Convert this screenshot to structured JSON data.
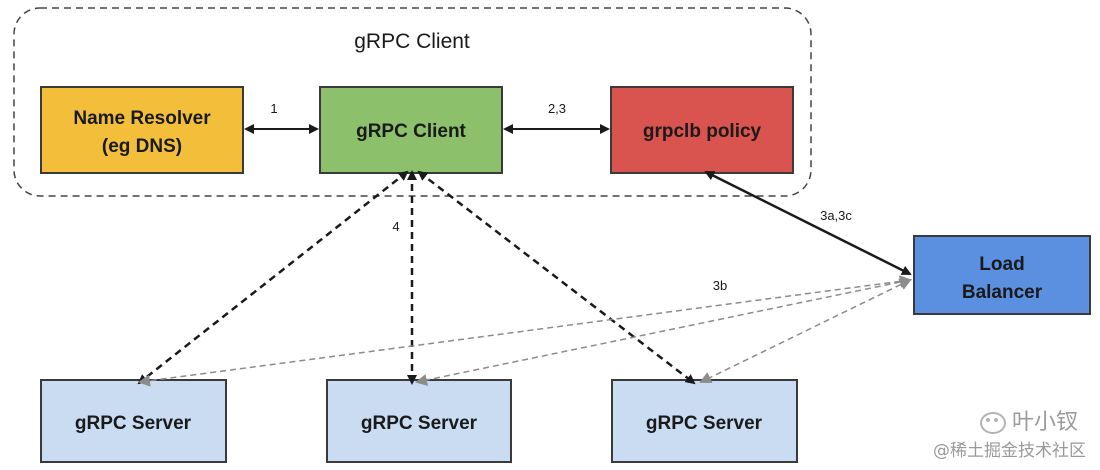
{
  "group": {
    "title": "gRPC Client"
  },
  "nodes": {
    "name_resolver": {
      "line1": "Name Resolver",
      "line2": "(eg DNS)",
      "fill": "#f3bf3a"
    },
    "grpc_client": {
      "label": "gRPC Client",
      "fill": "#8dc06a"
    },
    "grpclb_policy": {
      "label": "grpclb policy",
      "fill": "#d9534f"
    },
    "load_balancer": {
      "line1": "Load",
      "line2": "Balancer",
      "fill": "#5b8fe0"
    },
    "servers": [
      {
        "label": "gRPC Server",
        "fill": "#c9dcf2"
      },
      {
        "label": "gRPC Server",
        "fill": "#c9dcf2"
      },
      {
        "label": "gRPC Server",
        "fill": "#c9dcf2"
      }
    ]
  },
  "edges": {
    "e1": "1",
    "e23": "2,3",
    "e3a3c": "3a,3c",
    "e3b": "3b",
    "e4": "4"
  },
  "watermark": {
    "top": "叶小钗",
    "bottom": "@稀土掘金技术社区"
  }
}
